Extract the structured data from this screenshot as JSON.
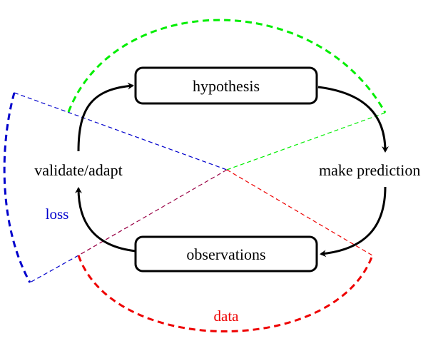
{
  "nodes": {
    "hypothesis": "hypothesis",
    "make_prediction": "make prediction",
    "observations": "observations",
    "validate_adapt": "validate/adapt"
  },
  "sector_labels": {
    "loss": "loss",
    "data": "data"
  },
  "colors": {
    "cycle": "#000000",
    "green": "#00ee00",
    "blue": "#0000cc",
    "red": "#ee0000",
    "purple": "#990044"
  }
}
